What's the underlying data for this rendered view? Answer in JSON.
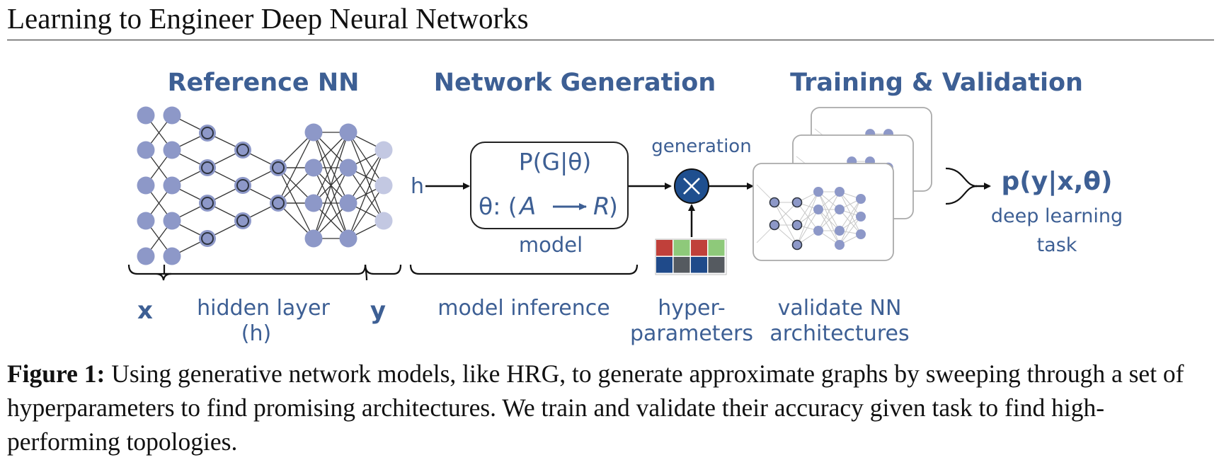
{
  "header": {
    "title": "Learning to Engineer Deep Neural Networks"
  },
  "figure": {
    "section_titles": [
      "Reference NN",
      "Network Generation",
      "Training & Validation"
    ],
    "input_h": "h",
    "model_box": {
      "line1": "P(G|θ)",
      "line2_theta": "θ: (",
      "line2_a": "A",
      "line2_r": "R",
      "line2_close": ")"
    },
    "model_label": "model",
    "generation_label": "generation",
    "output_formula": "p(y|x,θ)",
    "output_caption": [
      "deep learning",
      "task"
    ],
    "bottom_labels": {
      "x": "x",
      "hidden": [
        "hidden layer",
        "(h)"
      ],
      "y": "y",
      "model_inference": "model inference",
      "hyperparameters": [
        "hyper-",
        "parameters"
      ],
      "validate": [
        "validate NN",
        "architectures"
      ]
    },
    "hyperparameter_colors": [
      "#c0403a",
      "#8ec97a",
      "#c0403a",
      "#8ec97a",
      "#1f4a8a",
      "#555a60",
      "#1f4a8a",
      "#555a60"
    ],
    "colors": {
      "accent": "#3d5f94",
      "node": "#8d98c8",
      "node_dark": "#2e3440"
    }
  },
  "caption": {
    "label": "Figure 1:",
    "text": " Using generative network models, like HRG, to generate approximate graphs by sweeping through a set of hyperparameters to find promising architectures. We train and validate their accuracy given task to find high-performing topologies."
  }
}
